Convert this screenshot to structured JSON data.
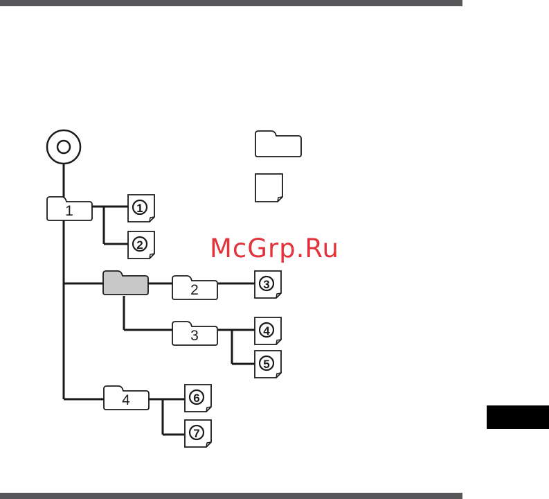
{
  "colors": {
    "rule": "#58585a",
    "tab": "#000000",
    "line": "#1a1a1a",
    "highlight_folder": "#c8c8c8",
    "watermark": "#e2323a"
  },
  "disc": {
    "icon": "disc-icon"
  },
  "legend": {
    "folder_icon": "folder-icon",
    "file_icon": "file-icon"
  },
  "folders": [
    {
      "label": "1",
      "icon": "folder-icon"
    },
    {
      "label": "",
      "icon": "folder-icon",
      "highlighted": true
    },
    {
      "label": "2",
      "icon": "folder-icon"
    },
    {
      "label": "3",
      "icon": "folder-icon"
    },
    {
      "label": "4",
      "icon": "folder-icon"
    }
  ],
  "files": [
    {
      "label": "1",
      "icon": "file-icon"
    },
    {
      "label": "2",
      "icon": "file-icon"
    },
    {
      "label": "3",
      "icon": "file-icon"
    },
    {
      "label": "4",
      "icon": "file-icon"
    },
    {
      "label": "5",
      "icon": "file-icon"
    },
    {
      "label": "6",
      "icon": "file-icon"
    },
    {
      "label": "7",
      "icon": "file-icon"
    }
  ],
  "watermark": {
    "text": "McGrp.Ru"
  }
}
